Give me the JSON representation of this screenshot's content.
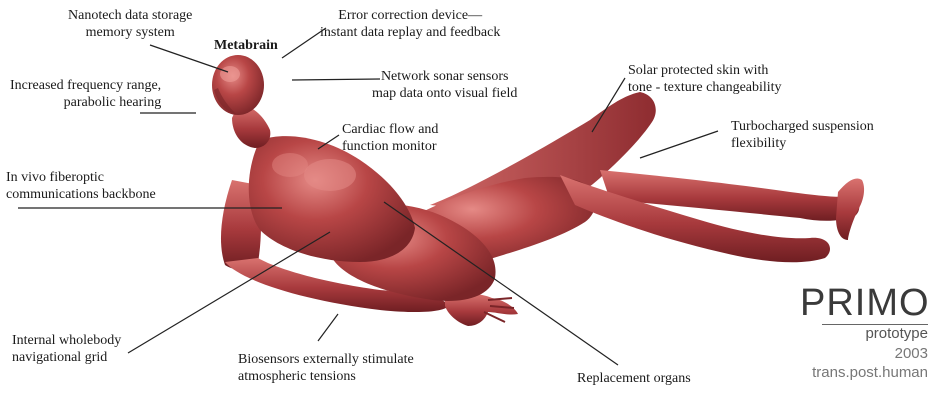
{
  "annotations": {
    "nanotech": [
      "Nanotech data storage",
      "memory system"
    ],
    "metabrain": "Metabrain",
    "error_correction": [
      "Error correction device—",
      "instant data replay and feedback"
    ],
    "hearing": [
      "Increased frequency range,",
      "parabolic hearing"
    ],
    "sonar": [
      "Network sonar sensors",
      "map data onto visual field"
    ],
    "solar_skin": [
      "Solar protected skin with",
      "tone - texture changeability"
    ],
    "suspension": [
      "Turbocharged suspension",
      "flexibility"
    ],
    "cardiac": [
      "Cardiac flow and",
      "function monitor"
    ],
    "fiberoptic": [
      "In vivo fiberoptic",
      "communications backbone"
    ],
    "navigational": [
      "Internal wholebody",
      "navigational grid"
    ],
    "biosensors": [
      "Biosensors externally stimulate",
      "atmospheric tensions"
    ],
    "organs": "Replacement organs"
  },
  "logo": {
    "name": "PRIMO",
    "subtitle": "prototype",
    "year": "2003",
    "credit": "trans.post.human"
  },
  "colors": {
    "body": "#b04040",
    "body_highlight": "#e07a78",
    "body_shadow": "#6e1f22",
    "leader_line": "#222222"
  }
}
